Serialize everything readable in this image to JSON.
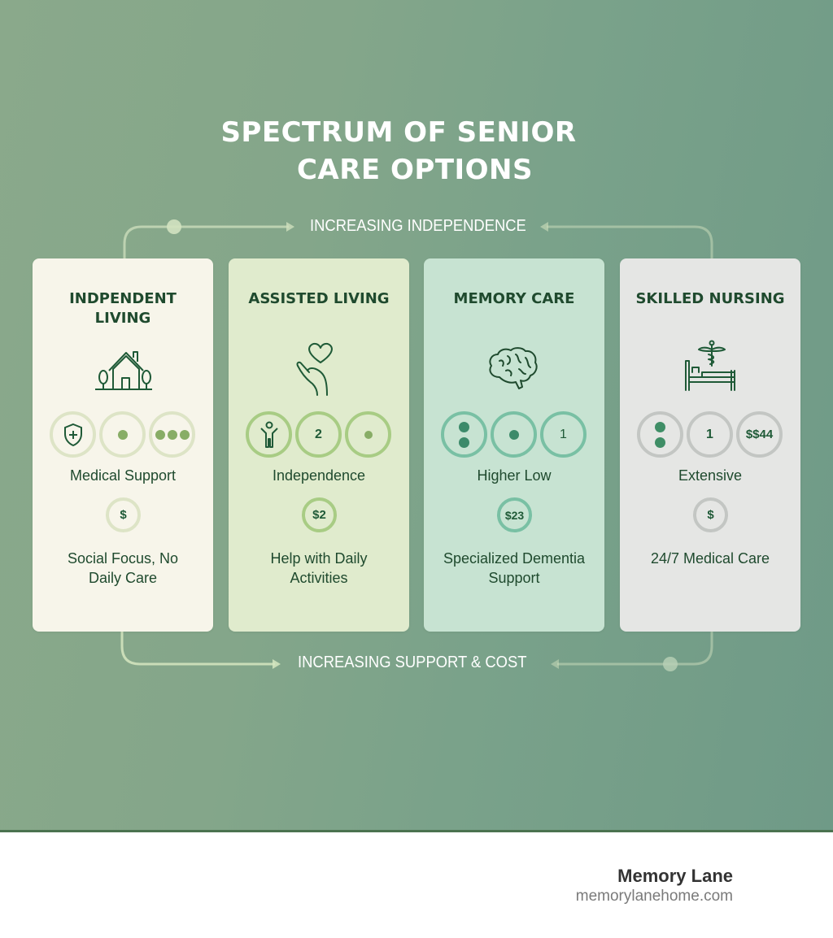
{
  "title": {
    "line1": "SPECTRUM OF SENIOR",
    "line2": "CARE OPTIONS"
  },
  "flows": {
    "top_label": "INCREASING INDEPENDENCE",
    "bottom_label": "INCREASING SUPPORT & COST"
  },
  "colors": {
    "background_start": "#8aa98b",
    "background_end": "#6f9a87",
    "footer_border": "#4b7350",
    "text_dark_green": "#1f4a2e",
    "connector": "#cfe0bd"
  },
  "cards": [
    {
      "title": "INDPENDENT LIVING",
      "icon": "house-with-trees-icon",
      "background": "#f7f5ea",
      "badges": [
        {
          "type": "icon",
          "icon": "shield-plus-icon",
          "text": ""
        },
        {
          "type": "dots",
          "count": 1,
          "text": ""
        },
        {
          "type": "dots",
          "count": 3,
          "text": ""
        }
      ],
      "metric_label": "Medical Support",
      "cost": "$",
      "description": "Social Focus, No Daily Care"
    },
    {
      "title": "ASSISTED LIVING",
      "icon": "hand-holding-heart-icon",
      "background": "#e0ebcd",
      "badges": [
        {
          "type": "icon",
          "icon": "person-arms-up-icon",
          "text": ""
        },
        {
          "type": "text",
          "text": "2"
        },
        {
          "type": "dots",
          "count": 1,
          "text": ""
        }
      ],
      "metric_label": "Independence",
      "cost": "$2",
      "description": "Help with Daily Activities"
    },
    {
      "title": "MEMORY CARE",
      "icon": "brain-icon",
      "background": "#c7e3d2",
      "badges": [
        {
          "type": "dots-vertical",
          "count": 2,
          "text": ""
        },
        {
          "type": "dots",
          "count": 1,
          "text": ""
        },
        {
          "type": "text",
          "text": "1"
        }
      ],
      "metric_label": "Higher Low",
      "cost": "$23",
      "description": "Specialized Dementia Support"
    },
    {
      "title": "SKILLED NURSING",
      "icon": "hospital-bed-caduceus-icon",
      "background": "#e5e6e4",
      "badges": [
        {
          "type": "dots-vertical",
          "count": 2,
          "text": ""
        },
        {
          "type": "text",
          "text": "1"
        },
        {
          "type": "text",
          "text": "$$44"
        }
      ],
      "metric_label": "Extensive",
      "cost": "$",
      "description": "24/7 Medical Care"
    }
  ],
  "footer": {
    "brand": "Memory Lane",
    "url": "memorylanehome.com"
  }
}
